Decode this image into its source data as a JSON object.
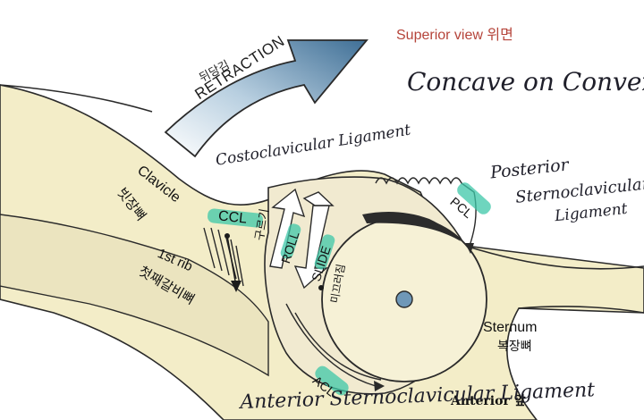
{
  "header": {
    "view_title": "Superior view 위면",
    "title_color": "#b5443a"
  },
  "arrow": {
    "korean_label": "뒤당김",
    "label": "RETRACTION",
    "color": "#3f6f96"
  },
  "bones": {
    "clavicle_en": "Clavicle",
    "clavicle_kr": "빗장뼈",
    "rib_en": "1st rib",
    "rib_kr": "첫째갈비뼈",
    "sternum_en": "Sternum",
    "sternum_kr": "복장뼈",
    "bone_fill": "#f3edc8",
    "cartilage_fill": "#c7dde6"
  },
  "motion": {
    "roll_label": "ROLL",
    "roll_kr": "구르기",
    "slide_label": "SLIDE",
    "slide_kr": "미끄러짐"
  },
  "ligaments": {
    "ccl": "CCL",
    "pcl": "PCL",
    "acl": "ACL",
    "highlight_color": "#3ec7a8"
  },
  "anterior_label": "Anterior 앞",
  "handwritten": {
    "concave": "Concave on Convex,,",
    "costoclavicular": "Costoclavicular Ligament",
    "posterior_line1": "Posterior",
    "posterior_line2": "Sternoclavicular",
    "posterior_line3": "Ligament",
    "anterior": "Anterior Sternoclavicular Ligament"
  }
}
